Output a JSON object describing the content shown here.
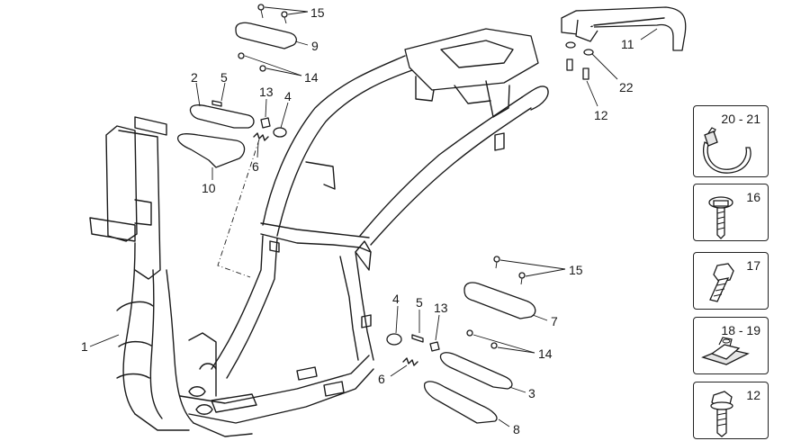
{
  "callouts": {
    "c1": "1",
    "c2": "2",
    "c3": "3",
    "c4a": "4",
    "c4b": "4",
    "c5a": "5",
    "c5b": "5",
    "c6a": "6",
    "c6b": "6",
    "c7": "7",
    "c8": "8",
    "c9": "9",
    "c10": "10",
    "c11": "11",
    "c12": "12",
    "c13a": "13",
    "c13b": "13",
    "c14a": "14",
    "c14b": "14",
    "c15a": "15",
    "c15b": "15",
    "c22": "22"
  },
  "detail_boxes": [
    {
      "label": "20 - 21",
      "icon": "hose-clamp-icon"
    },
    {
      "label": "16",
      "icon": "flanged-screw-icon"
    },
    {
      "label": "17",
      "icon": "hex-bolt-icon"
    },
    {
      "label": "18 - 19",
      "icon": "clip-nut-icon"
    },
    {
      "label": "12",
      "icon": "flanged-hex-bolt-icon"
    }
  ]
}
